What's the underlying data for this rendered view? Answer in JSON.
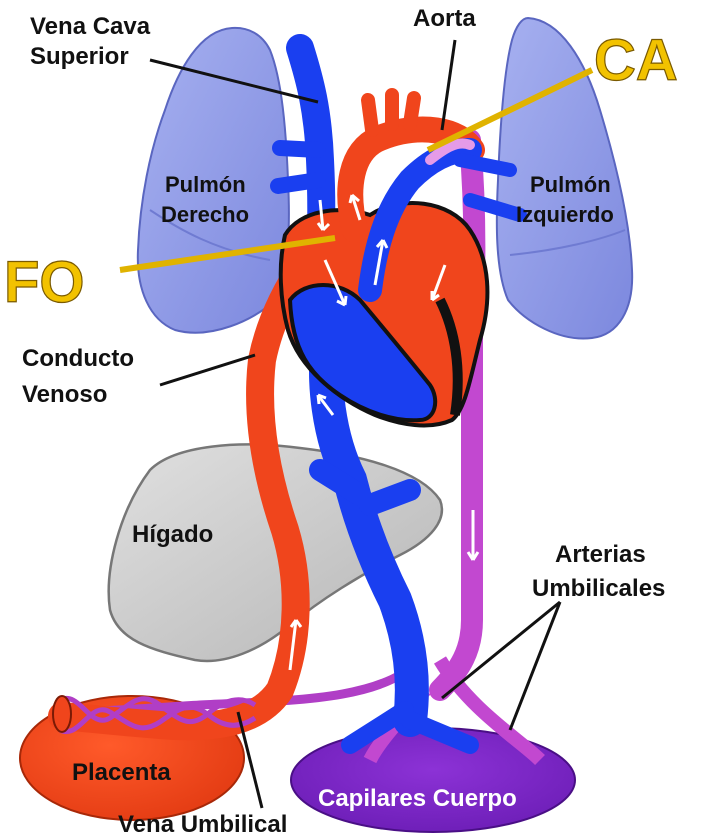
{
  "diagram": {
    "labels": {
      "vena_cava_superior_1": "Vena Cava",
      "vena_cava_superior_2": "Superior",
      "aorta": "Aorta",
      "ca": "CA",
      "fo": "FO",
      "pulmon_derecho_1": "Pulmón",
      "pulmon_derecho_2": "Derecho",
      "pulmon_izquierdo_1": "Pulmón",
      "pulmon_izquierdo_2": "Izquierdo",
      "conducto_venoso_1": "Conducto",
      "conducto_venoso_2": "Venoso",
      "higado": "Hígado",
      "arterias_umbilicales_1": "Arterias",
      "arterias_umbilicales_2": "Umbilicales",
      "placenta": "Placenta",
      "capilares_cuerpo": "Capilares Cuerpo",
      "vena_umbilical": "Vena Umbilical"
    },
    "colors": {
      "oxygenated": "#f0451c",
      "deoxygenated": "#1a3ff0",
      "mixed": "#c248d0",
      "lung": "#8f9be8",
      "liver": "#c9c9c9",
      "placenta": "#f0451c",
      "capillaries": "#7b22c8",
      "callout": "#f2c200"
    }
  }
}
